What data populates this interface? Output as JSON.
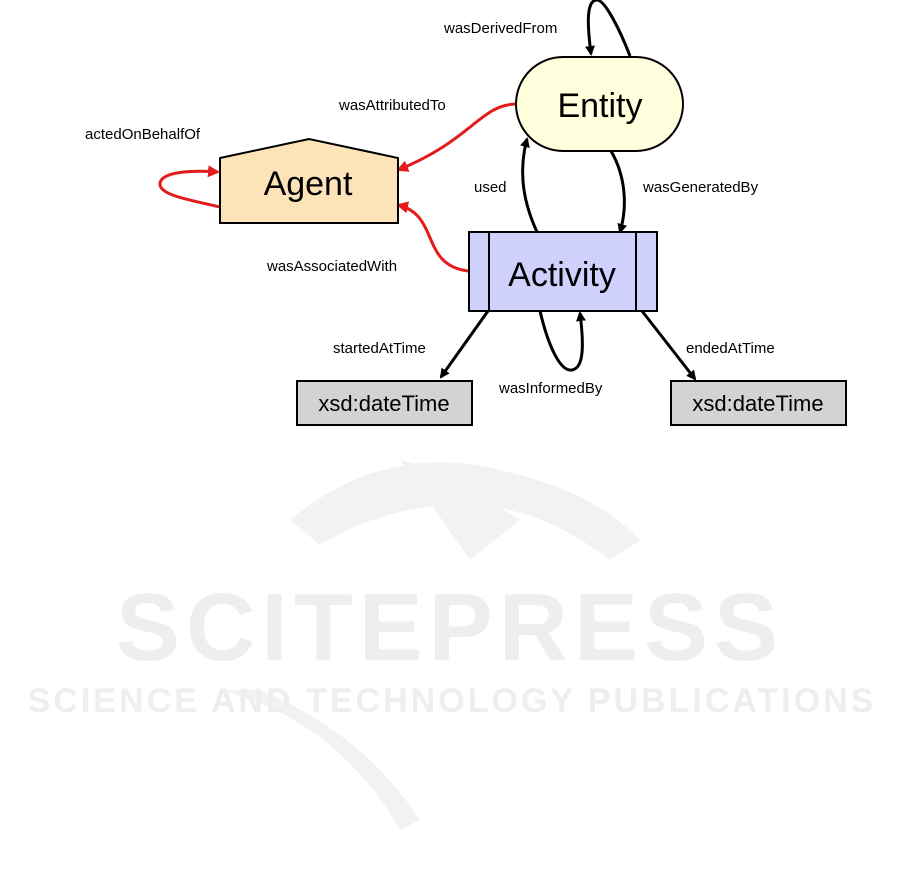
{
  "diagram": {
    "nodes": {
      "entity": "Entity",
      "agent": "Agent",
      "activity": "Activity",
      "datetime_start": "xsd:dateTime",
      "datetime_end": "xsd:dateTime"
    },
    "edges": {
      "was_derived_from": "wasDerivedFrom",
      "was_attributed_to": "wasAttributedTo",
      "acted_on_behalf_of": "actedOnBehalfOf",
      "used": "used",
      "was_generated_by": "wasGeneratedBy",
      "was_associated_with": "wasAssociatedWith",
      "started_at_time": "startedAtTime",
      "was_informed_by": "wasInformedBy",
      "ended_at_time": "endedAtTime"
    }
  },
  "watermark": {
    "name": "SCITEPRESS",
    "tagline": "SCIENCE AND TECHNOLOGY PUBLICATIONS"
  },
  "colors": {
    "entity_fill": "#ffffdd",
    "agent_fill": "#fde3b8",
    "activity_fill": "#cfd0fb",
    "datetime_fill": "#d3d3d3",
    "red_edge": "#e31b1b",
    "black_edge": "#000000",
    "watermark": "#eeeeee"
  }
}
